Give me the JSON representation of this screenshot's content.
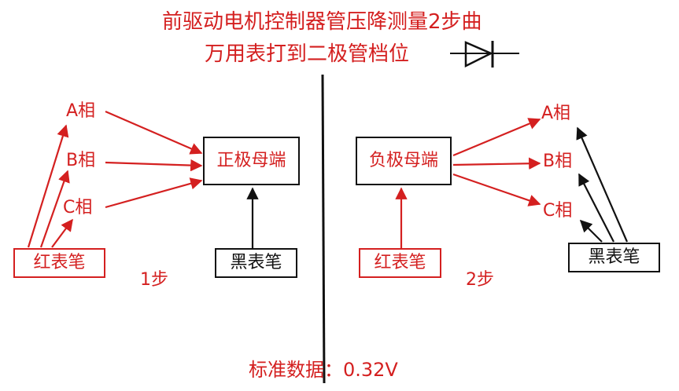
{
  "title_line1": "前驱动电机控制器管压降测量2步曲",
  "title_line2": "万用表打到二极管档位",
  "colors": {
    "red": "#d42020",
    "black": "#111111"
  },
  "step1": {
    "phases": [
      "A相",
      "B相",
      "C相"
    ],
    "red_probe": "红表笔",
    "target": "正极母端",
    "black_probe": "黑表笔",
    "label": "1步"
  },
  "step2": {
    "phases": [
      "A相",
      "B相",
      "C相"
    ],
    "red_probe": "红表笔",
    "source": "负极母端",
    "black_probe": "黑表笔",
    "label": "2步"
  },
  "standard": "标准数据：0.32V",
  "icons": {
    "diode": "diode-symbol-icon"
  }
}
